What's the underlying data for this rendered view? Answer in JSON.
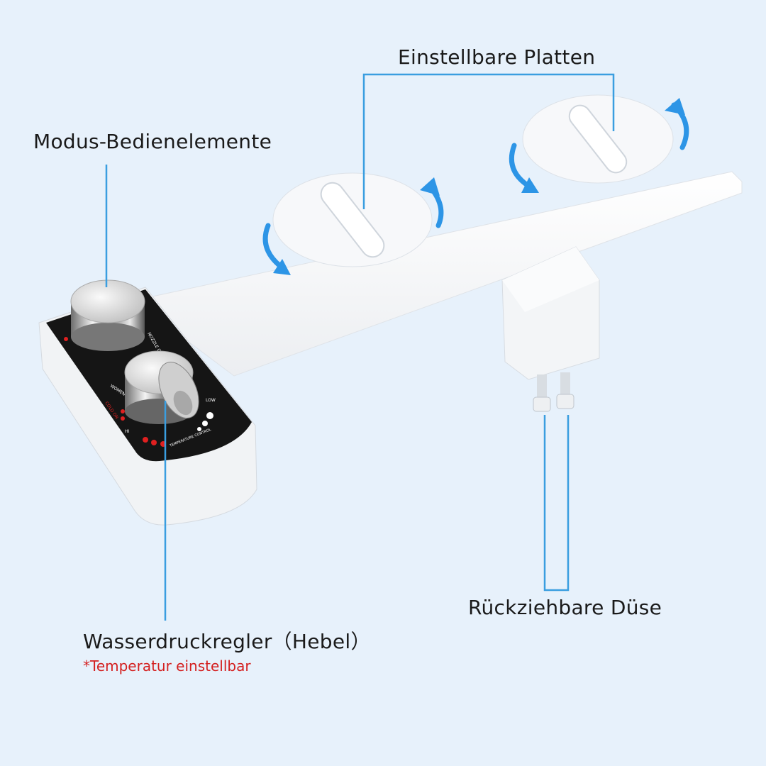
{
  "labels": {
    "plates": "Einstellbare Platten",
    "mode_controls": "Modus-Bedienelemente",
    "pressure_lever": "Wasserdruckregler（Hebel）",
    "temperature_note": "*Temperatur einstellbar",
    "nozzle": "Rückziehbare Düse"
  },
  "panel_text": {
    "women_cleaning": "WOMEN CLEANING",
    "nozzle_cleaning": "NOZZLE CLEANING",
    "low": "LOW",
    "hi": "HI",
    "cold_on": "COLD ON",
    "temperature_control": "TEMPERATURE CONTROL"
  },
  "colors": {
    "background": "#e7f1fb",
    "callout_line": "#3a9ee0",
    "arrow": "#2d95e6",
    "note": "#d42020",
    "panel": "#151515",
    "indicator": "#e02020"
  }
}
